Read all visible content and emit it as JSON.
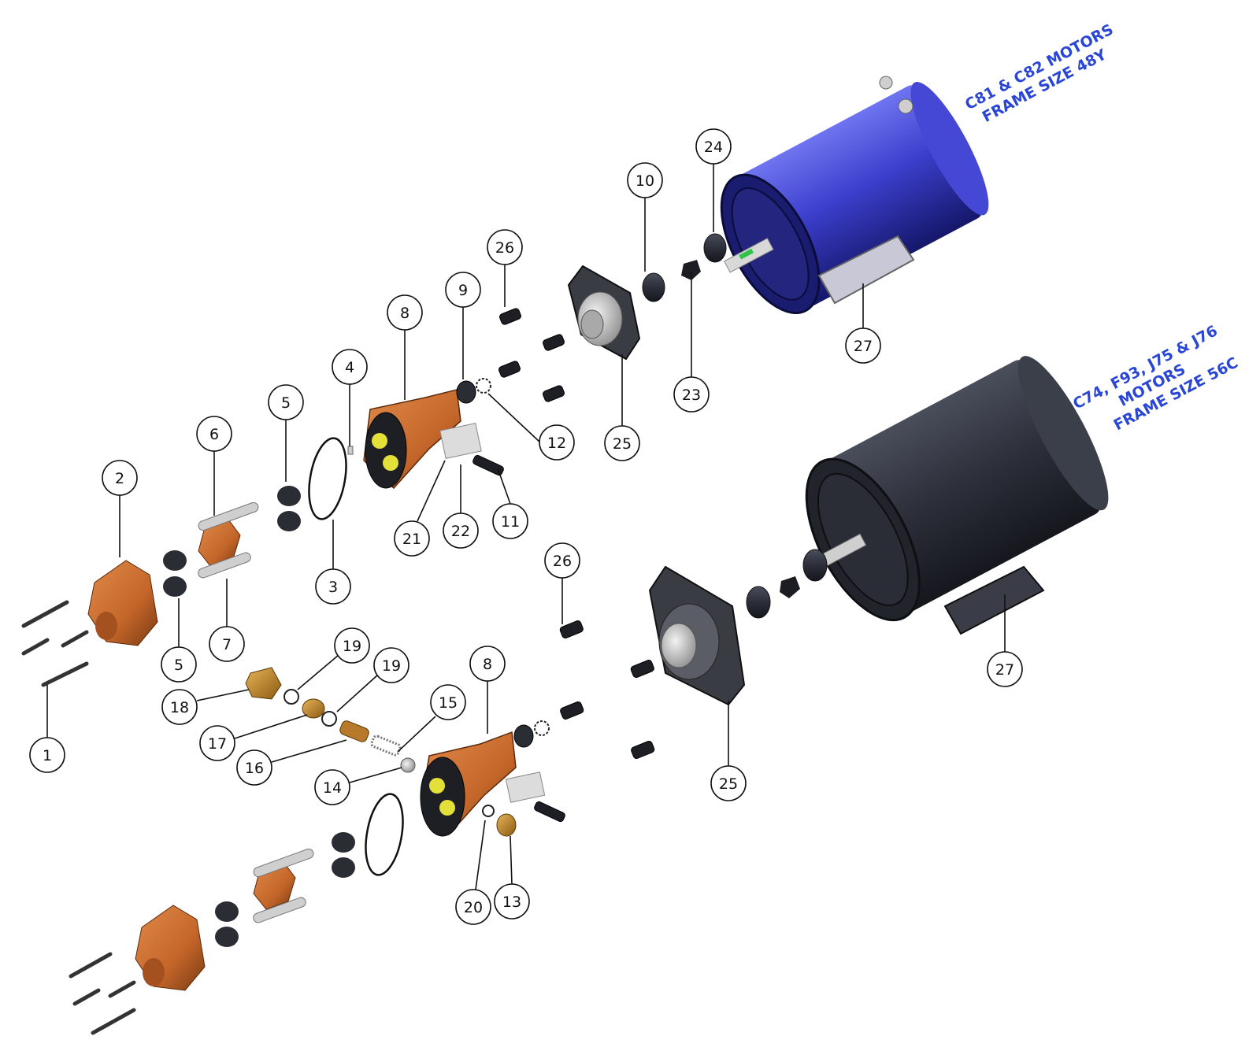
{
  "colors": {
    "pump_copper": "#c4662a",
    "pump_dark": "#7a3a12",
    "motor_blue": "#3b3fcc",
    "motor_black": "#2c2f3a",
    "steel": "#b9b9b9",
    "rubber": "#2a2d33",
    "label_blue": "#2a46d6"
  },
  "motor_labels": {
    "top": [
      "C81 & C82 MOTORS",
      "FRAME SIZE 48Y"
    ],
    "bottom": [
      "C74, F93, J75 & J76",
      "MOTORS",
      "FRAME SIZE 56C"
    ]
  },
  "callouts": [
    "1",
    "2",
    "3",
    "4",
    "5",
    "5",
    "6",
    "7",
    "8",
    "9",
    "10",
    "11",
    "12",
    "13",
    "14",
    "15",
    "16",
    "17",
    "18",
    "19",
    "19",
    "20",
    "21",
    "22",
    "23",
    "24",
    "25",
    "25",
    "26",
    "26",
    "27",
    "27",
    "8"
  ]
}
